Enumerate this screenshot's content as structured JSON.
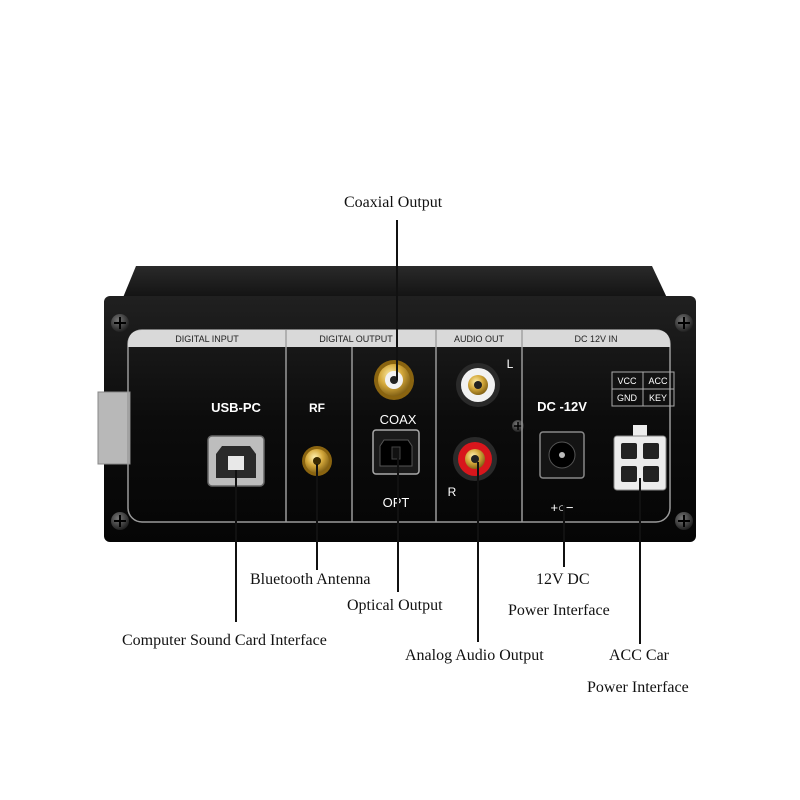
{
  "callouts": {
    "coaxial_output": "Coaxial Output",
    "bluetooth_antenna": "Bluetooth Antenna",
    "optical_output": "Optical Output",
    "computer_sound_card": "Computer Sound Card Interface",
    "analog_audio_output": "Analog Audio Output",
    "dc12v_line1": "12V DC",
    "dc12v_line2": "Power Interface",
    "acc_line1": "ACC Car",
    "acc_line2": "Power Interface"
  },
  "panel": {
    "section_digital_input": "DIGITAL INPUT",
    "section_digital_output": "DIGITAL OUTPUT",
    "section_audio_out": "AUDIO OUT",
    "section_dc_in": "DC 12V IN",
    "usb_label": "USB-PC",
    "rf_label": "RF",
    "coax_label": "COAX",
    "opt_label": "OPT",
    "left_label": "L",
    "right_label": "R",
    "dc_label": "DC -12V",
    "polarity": "+○−",
    "pins": {
      "vcc": "VCC",
      "acc": "ACC",
      "gnd": "GND",
      "key": "KEY"
    }
  },
  "colors": {
    "chassis": "#0b0b0b",
    "panel_line": "#9a9a9a",
    "rca_red": "#d8161c",
    "rca_gold": "#d4a83a",
    "rca_white": "#f2f2f2"
  }
}
